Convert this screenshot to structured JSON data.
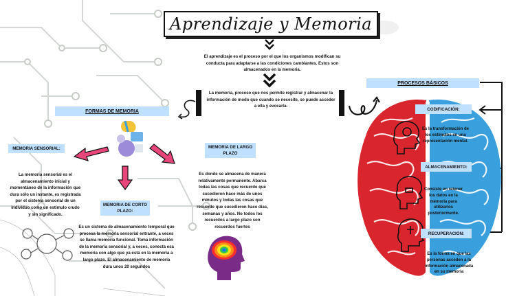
{
  "title": "Aprendizaje y Memoria",
  "intro": "El aprendizaje es el proceso por el que los organismos modifican su conducta para adaptarse a las condiciones cambiantes. Estos son almacenados en la memoria.",
  "memory_def": "La memoria, proceso que nos permite registrar y almacenar la información de modo que cuando se necesite, se puede acceder a ella y evocarla.",
  "formas": {
    "heading": "FORMAS DE MEMORIA",
    "sensorial": {
      "label": "MEMORIA SENSORIAL:",
      "text": "La memoria sensorial es el almacenamiento inicial y momentáneo de la información que dura sólo un instante, es registrada por el sistema sensorial de un individuo como un estímulo crudo y sin significado."
    },
    "corto": {
      "label": "MEMORIA DE CORTO PLAZO:",
      "text": "Es un sistema de almacenamiento temporal que procesa la memoria sensorial entrante, a veces se llama memoria funcional. Toma información de la memoria sensorial y, a veces, conecta esa memoria con algo que ya está en la memoria a largo plazo. El almacenamiento de memoria dura unos 20 segundos"
    },
    "largo": {
      "label": "MEMORIA DE LARGO PLAZO",
      "text": "Es donde se almacena de manera relativamente permanente. Abarca todas las cosas que recuerde que sucedieron hace más de unos minutos y todas las cosas que recuerde que sucedieron hace días, semanas y años. No todos los recuerdos a largo plazo son recuerdos fuertes"
    }
  },
  "procesos": {
    "heading": "PROCESOS BÁSICOS",
    "codificacion": {
      "label": "CODIFICACIÓN:",
      "text": "Es la transformación de los estímulos en una representación mental."
    },
    "almacenamiento": {
      "label": "ALMACENAMIENTO:",
      "text": "Consiste en retener los datos en la memoria para utilizarlos posteriormente."
    },
    "recuperacion": {
      "label": "RECUPERACIÓN:",
      "text": "Es la forma en que las personas acceden a la información almacenada en su memoria"
    }
  },
  "colors": {
    "label_bg": "#bfe0ff",
    "brain_left": "#d9262e",
    "brain_right": "#3aa0dd",
    "arrow_pink": "#e8457a",
    "circuit": "#d2d6d2"
  },
  "icons": [
    "chevron-down-icon",
    "arrow-left-icon",
    "arrow-down-icon",
    "arrow-right-down-icon",
    "curl-arrow-icon",
    "brain-icon",
    "head-heatmap-icon",
    "people-icon",
    "network-icon",
    "puzzle-head-icon",
    "circuit-background"
  ]
}
